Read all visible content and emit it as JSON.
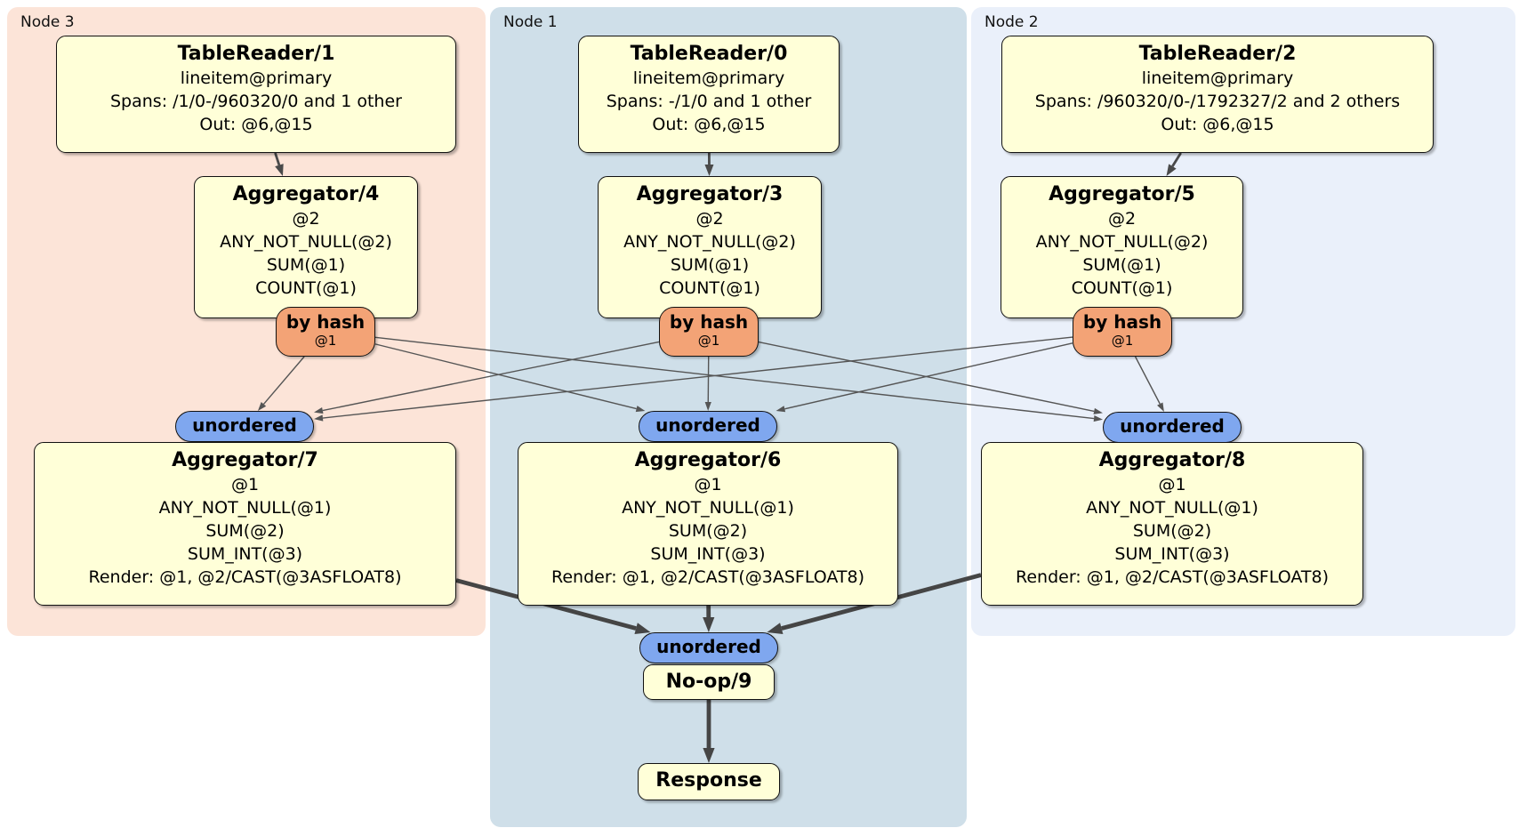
{
  "diagram": {
    "regions": [
      {
        "id": "node3",
        "label": "Node 3",
        "fill": "#fce4d8"
      },
      {
        "id": "node1",
        "label": "Node 1",
        "fill": "#cfdfe9"
      },
      {
        "id": "node2",
        "label": "Node 2",
        "fill": "#eaf0fa"
      }
    ],
    "processors": [
      {
        "id": "tr1",
        "title": "TableReader/1",
        "lines": [
          "lineitem@primary",
          "Spans: /1/0-/960320/0 and 1 other",
          "Out: @6,@15"
        ]
      },
      {
        "id": "tr0",
        "title": "TableReader/0",
        "lines": [
          "lineitem@primary",
          "Spans: -/1/0 and 1 other",
          "Out: @6,@15"
        ]
      },
      {
        "id": "tr2",
        "title": "TableReader/2",
        "lines": [
          "lineitem@primary",
          "Spans: /960320/0-/1792327/2 and 2 others",
          "Out: @6,@15"
        ]
      },
      {
        "id": "agg4",
        "title": "Aggregator/4",
        "lines": [
          "@2",
          "ANY_NOT_NULL(@2)",
          "SUM(@1)",
          "COUNT(@1)"
        ]
      },
      {
        "id": "agg3",
        "title": "Aggregator/3",
        "lines": [
          "@2",
          "ANY_NOT_NULL(@2)",
          "SUM(@1)",
          "COUNT(@1)"
        ]
      },
      {
        "id": "agg5",
        "title": "Aggregator/5",
        "lines": [
          "@2",
          "ANY_NOT_NULL(@2)",
          "SUM(@1)",
          "COUNT(@1)"
        ]
      },
      {
        "id": "agg7",
        "title": "Aggregator/7",
        "lines": [
          "@1",
          "ANY_NOT_NULL(@1)",
          "SUM(@2)",
          "SUM_INT(@3)",
          "Render: @1, @2/CAST(@3ASFLOAT8)"
        ]
      },
      {
        "id": "agg6",
        "title": "Aggregator/6",
        "lines": [
          "@1",
          "ANY_NOT_NULL(@1)",
          "SUM(@2)",
          "SUM_INT(@3)",
          "Render: @1, @2/CAST(@3ASFLOAT8)"
        ]
      },
      {
        "id": "agg8",
        "title": "Aggregator/8",
        "lines": [
          "@1",
          "ANY_NOT_NULL(@1)",
          "SUM(@2)",
          "SUM_INT(@3)",
          "Render: @1, @2/CAST(@3ASFLOAT8)"
        ]
      },
      {
        "id": "noop9",
        "title": "No-op/9",
        "lines": []
      },
      {
        "id": "response",
        "title": "Response",
        "lines": []
      }
    ],
    "routers": [
      {
        "id": "hash3",
        "label": "by hash",
        "sub": "@1"
      },
      {
        "id": "hash1",
        "label": "by hash",
        "sub": "@1"
      },
      {
        "id": "hash2",
        "label": "by hash",
        "sub": "@1"
      }
    ],
    "streams": [
      {
        "id": "u3",
        "label": "unordered"
      },
      {
        "id": "u1",
        "label": "unordered"
      },
      {
        "id": "u2",
        "label": "unordered"
      },
      {
        "id": "ufinal",
        "label": "unordered"
      }
    ],
    "edges": [
      {
        "from": "tr1",
        "to": "agg4",
        "weight": "mid"
      },
      {
        "from": "tr0",
        "to": "agg3",
        "weight": "mid"
      },
      {
        "from": "tr2",
        "to": "agg5",
        "weight": "mid"
      },
      {
        "from": "hash3",
        "to": "u3",
        "weight": "thin"
      },
      {
        "from": "hash3",
        "to": "u1",
        "weight": "thin"
      },
      {
        "from": "hash3",
        "to": "u2",
        "weight": "thin"
      },
      {
        "from": "hash1",
        "to": "u3",
        "weight": "thin"
      },
      {
        "from": "hash1",
        "to": "u1",
        "weight": "thin"
      },
      {
        "from": "hash1",
        "to": "u2",
        "weight": "thin"
      },
      {
        "from": "hash2",
        "to": "u3",
        "weight": "thin"
      },
      {
        "from": "hash2",
        "to": "u1",
        "weight": "thin"
      },
      {
        "from": "hash2",
        "to": "u2",
        "weight": "thin"
      },
      {
        "from": "agg7",
        "to": "ufinal",
        "weight": "thick"
      },
      {
        "from": "agg6",
        "to": "ufinal",
        "weight": "thick"
      },
      {
        "from": "agg8",
        "to": "ufinal",
        "weight": "thick"
      },
      {
        "from": "noop9",
        "to": "response",
        "weight": "thick"
      }
    ],
    "colors": {
      "box_fill": "#ffffd8",
      "box_border": "#111111",
      "hash_pill_fill": "#f3a376",
      "stream_pill_fill": "#7fa7ef",
      "edge_thin": "#555555",
      "edge_mid": "#4a4a4a",
      "edge_thick": "#454545"
    }
  }
}
